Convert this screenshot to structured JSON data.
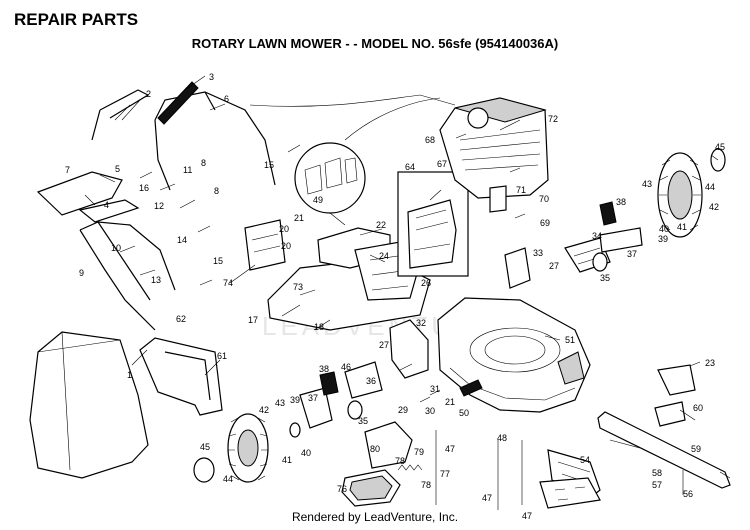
{
  "header": {
    "title": "REPAIR PARTS",
    "subtitle": "ROTARY LAWN MOWER - - MODEL NO. 56sfe (954140036A)"
  },
  "footer": {
    "text": "Rendered by LeadVenture, Inc."
  },
  "watermark": {
    "text": "LEADVENTURE"
  },
  "colors": {
    "ink": "#000000",
    "paper": "#ffffff",
    "watermark": "#e6e6e6"
  },
  "callouts": [
    "1",
    "2",
    "3",
    "4",
    "5",
    "6",
    "7",
    "8",
    "8",
    "9",
    "10",
    "11",
    "12",
    "13",
    "14",
    "15",
    "15",
    "16",
    "17",
    "18",
    "20",
    "20",
    "21",
    "21",
    "22",
    "23",
    "24",
    "26",
    "27",
    "27",
    "29",
    "30",
    "31",
    "32",
    "33",
    "34",
    "35",
    "35",
    "36",
    "37",
    "37",
    "38",
    "38",
    "39",
    "39",
    "40",
    "40",
    "41",
    "41",
    "42",
    "42",
    "43",
    "43",
    "44",
    "44",
    "45",
    "45",
    "46",
    "47",
    "47",
    "47",
    "48",
    "49",
    "50",
    "51",
    "54",
    "56",
    "57",
    "58",
    "59",
    "60",
    "61",
    "62",
    "64",
    "67",
    "68",
    "69",
    "70",
    "71",
    "72",
    "73",
    "74",
    "76",
    "77",
    "78",
    "78",
    "79",
    "80"
  ]
}
